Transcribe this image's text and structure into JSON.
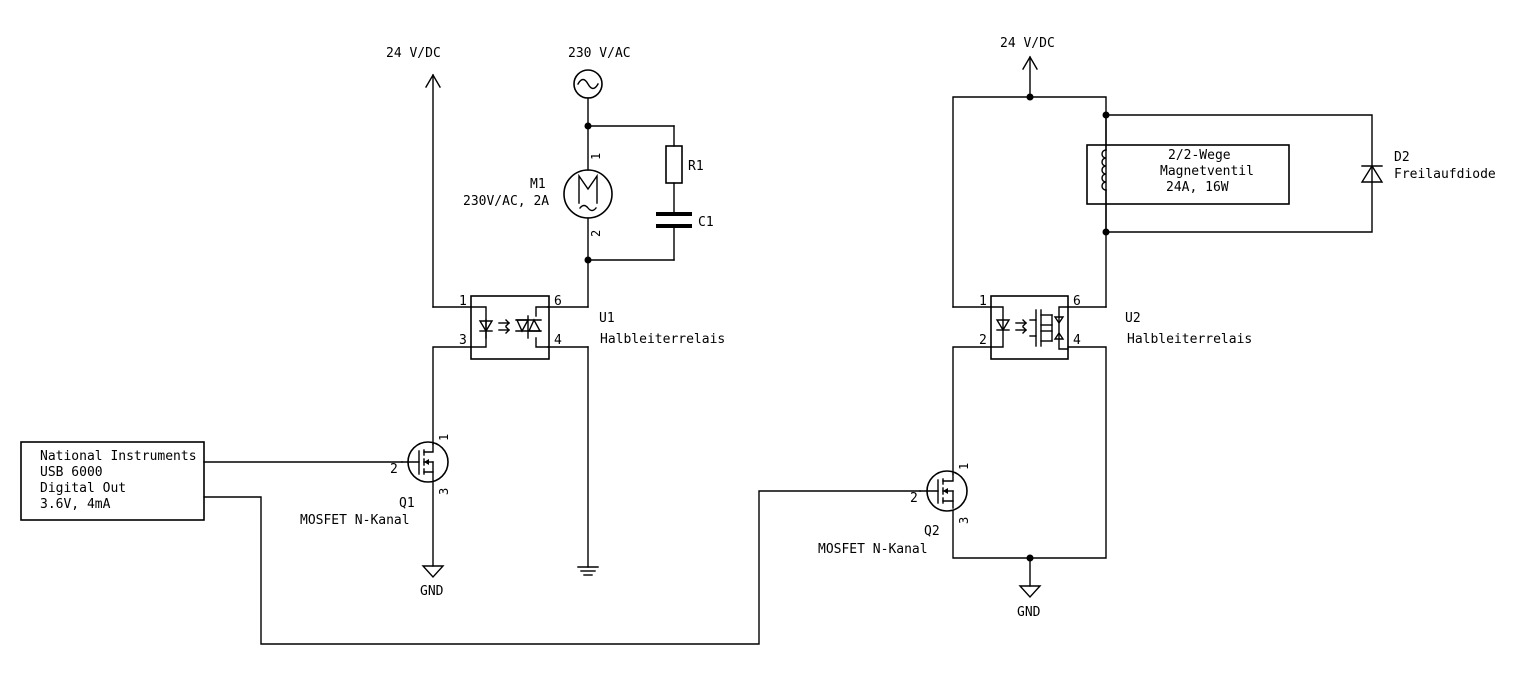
{
  "power": {
    "left_24v": "24 V/DC",
    "ac_230v": "230 V/AC",
    "right_24v": "24 V/DC"
  },
  "gnd": {
    "left": "GND",
    "right": "GND"
  },
  "ni_box": {
    "line1": "National Instruments",
    "line2": "USB 6000",
    "line3": "Digital Out",
    "line4": "3.6V, 4mA"
  },
  "m1": {
    "ref": "M1",
    "value": "230V/AC, 2A",
    "pin1": "1",
    "pin2": "2"
  },
  "r1": {
    "ref": "R1"
  },
  "c1": {
    "ref": "C1"
  },
  "u1": {
    "ref": "U1",
    "value": "Halbleiterrelais",
    "pin1": "1",
    "pin3": "3",
    "pin4": "4",
    "pin6": "6"
  },
  "q1": {
    "ref": "Q1",
    "value": "MOSFET N-Kanal",
    "pin1": "1",
    "pin2": "2",
    "pin3": "3"
  },
  "u2": {
    "ref": "U2",
    "value": "Halbleiterrelais",
    "pin1": "1",
    "pin2": "2",
    "pin4": "4",
    "pin6": "6"
  },
  "q2": {
    "ref": "Q2",
    "value": "MOSFET N-Kanal",
    "pin1": "1",
    "pin2": "2",
    "pin3": "3"
  },
  "valve": {
    "line1": "2/2-Wege",
    "line2": "Magnetventil",
    "line3": "24A, 16W"
  },
  "d2": {
    "ref": "D2",
    "value": "Freilaufdiode"
  }
}
